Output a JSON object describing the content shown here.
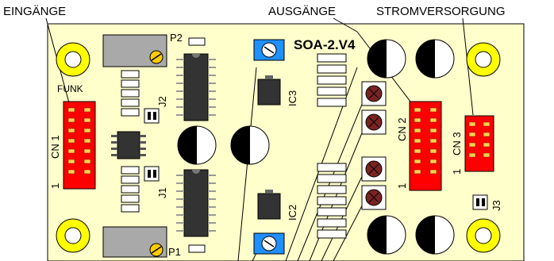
{
  "labels": {
    "inputs": "EINGÄNGE",
    "outputs": "AUSGÄNGE",
    "power": "STROMVERSORGUNG",
    "board": "SOA-2.V4",
    "funk": "FUNK",
    "cn1": "CN 1",
    "cn2": "CN 2",
    "cn3": "CN 3",
    "pin1_cn1": "1",
    "pin1_cn2": "1",
    "pin1_cn3": "1",
    "p1": "P1",
    "p2": "P2",
    "j1": "J1",
    "j2": "J2",
    "j3": "J3",
    "ic2": "IC2",
    "ic3": "IC3"
  },
  "colors": {
    "board": "#ffffcc",
    "connector": "#ff0000",
    "pin": "#ffd24a",
    "chip": "#333333",
    "trimmer": "#1e90ff",
    "pot_body": "#a9a9a9",
    "pot_knob": "#ffcc00",
    "relay_button": "#7a2323",
    "mount_ring": "#ffff00"
  }
}
